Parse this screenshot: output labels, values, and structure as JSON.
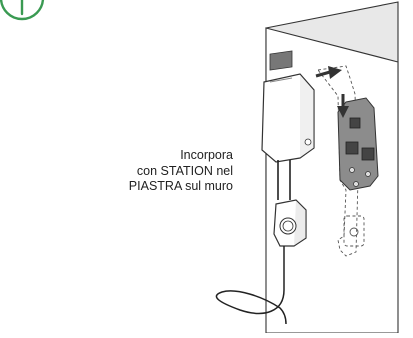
{
  "instruction": {
    "lines": [
      "Incorpora",
      "con STATION nel",
      "PIASTRA sul muro"
    ]
  },
  "colors": {
    "step_badge": "#3a9a52",
    "wall": "#ffffff",
    "wall_shade": "#e6e6e6",
    "plate": "#8c8c8c",
    "arrow": "#333333",
    "outline": "#333333"
  },
  "icons": {
    "step_badge": "circled-step-icon",
    "move_right": "arrow-right-icon",
    "move_down": "arrow-down-icon"
  }
}
